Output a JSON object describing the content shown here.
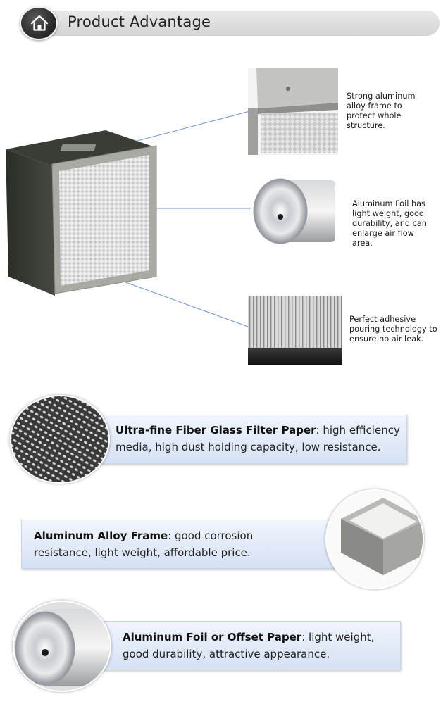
{
  "header": {
    "title": "Product Advantage"
  },
  "callouts": [
    {
      "text": "Strong aluminum alloy frame to protect whole structure."
    },
    {
      "text": "Aluminum Foil has light weight, good durability, and can enlarge air flow area."
    },
    {
      "text": "Perfect adhesive pouring technology to ensure no air leak."
    }
  ],
  "features": [
    {
      "title": "Ultra-fine Fiber Glass  Filter Paper",
      "desc": ": high efficiency media, high dust holding capacity, low resistance."
    },
    {
      "title": "Aluminum Alloy Frame",
      "desc": ": good corrosion resistance, light weight, affordable price."
    },
    {
      "title": "Aluminum Foil or Offset Paper",
      "desc": ": light weight, good durability, attractive appearance."
    }
  ],
  "colors": {
    "leader_line": "#6f93d6",
    "banner_top": "#f1f5fd",
    "banner_bottom": "#d5e1f4",
    "header_bar": "#dcdcdc",
    "home_badge": "#333333"
  },
  "icons": {
    "home": "home-icon"
  }
}
